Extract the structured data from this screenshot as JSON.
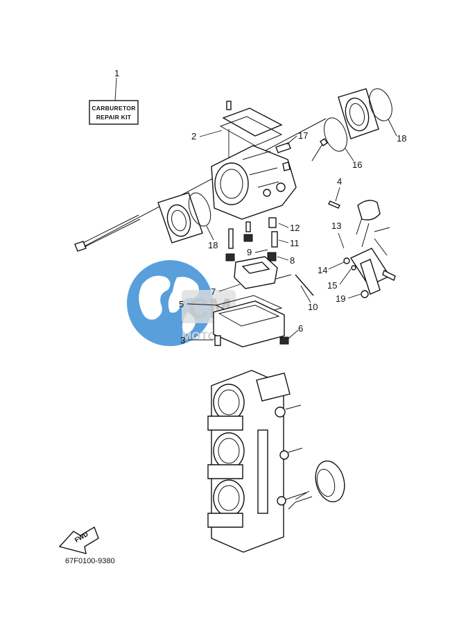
{
  "kit_label": {
    "line1": "CARBURETOR",
    "line2": "REPAIR KIT"
  },
  "callouts": {
    "c1": "1",
    "c2": "2",
    "c3": "3",
    "c4": "4",
    "c5": "5",
    "c6": "6",
    "c7": "7",
    "c8": "8",
    "c9": "9",
    "c10": "10",
    "c11": "11",
    "c12": "12",
    "c13": "13",
    "c14": "14",
    "c15": "15",
    "c16": "16",
    "c17": "17",
    "c18a": "18",
    "c18b": "18",
    "c19": "19"
  },
  "fwd_label": "FWD",
  "reference_code": "67F0100-9380",
  "watermark": {
    "text": "MOTOPARTS",
    "globe_color": "#3b8fd6",
    "text_color": "#c9c9c9"
  }
}
